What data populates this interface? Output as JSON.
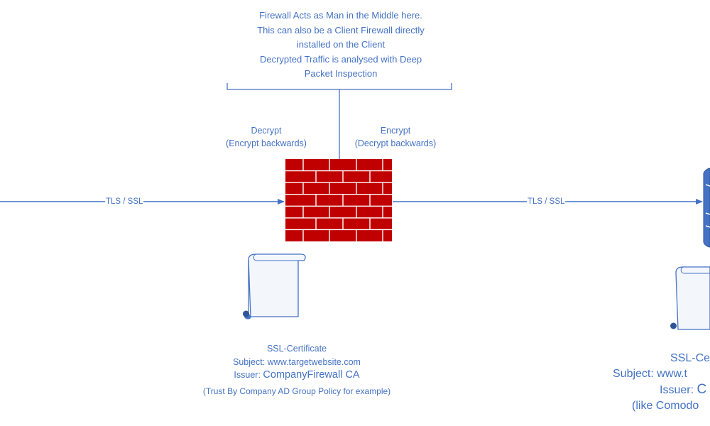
{
  "annotation": {
    "lines": [
      "Firewall Acts as Man in the Middle here.",
      "This can also be a Client Firewall directly",
      "installed on the Client",
      "Decrypted Traffic is analysed with Deep",
      "Packet Inspection"
    ]
  },
  "firewall_actions": {
    "left": [
      "Decrypt",
      "(Encrypt backwards)"
    ],
    "right": [
      "Encrypt",
      "(Decrypt backwards)"
    ]
  },
  "connections": {
    "left_label": "TLS / SSL",
    "right_label": "TLS / SSL"
  },
  "firewall_certificate": {
    "title": "SSL-Certificate",
    "subject": "Subject: www.targetwebsite.com",
    "issuer_prefix": "Issuer: ",
    "issuer_name": "CompanyFirewall CA",
    "note": "(Trust By Company AD Group Policy for example)"
  },
  "server_certificate": {
    "title": "SSL-Ce",
    "subject": "Subject: www.t",
    "issuer_prefix": "Issuer: ",
    "issuer_name": "C",
    "note": "(like Comodo"
  },
  "colors": {
    "line": "#4472C4",
    "text": "#4472C4",
    "brick": "#C00000",
    "mortar": "#ffffff"
  }
}
